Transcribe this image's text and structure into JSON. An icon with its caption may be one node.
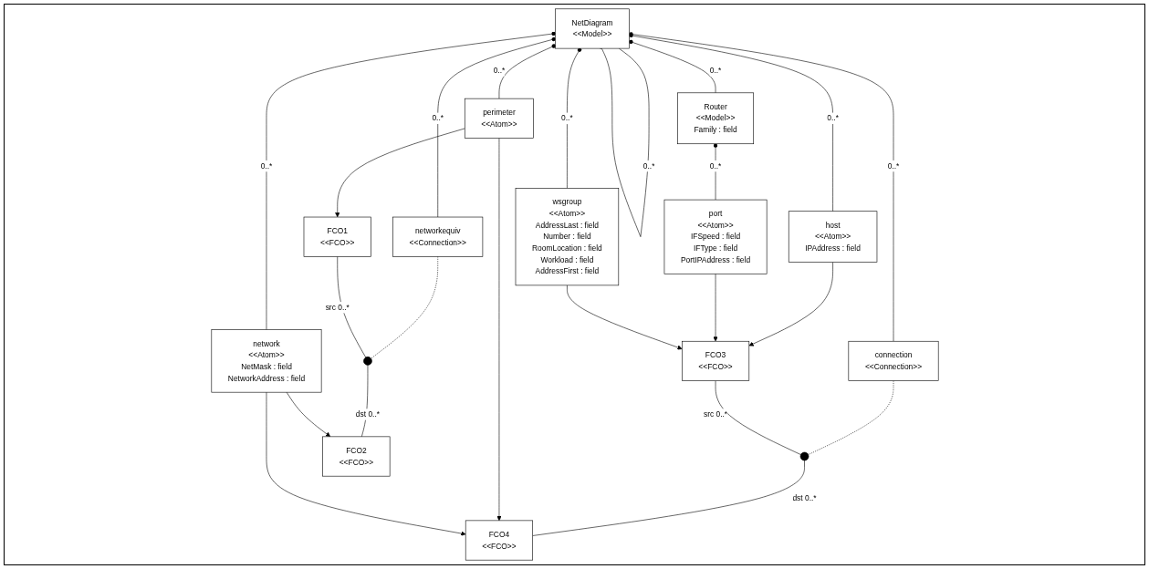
{
  "diagram": {
    "nodes": [
      {
        "text": [
          "NetDiagram",
          "<<Model>>"
        ]
      },
      {
        "text": [
          "connection",
          "<<Connection>>"
        ]
      },
      {
        "text": [
          "Router",
          "<<Model>>",
          "Family : field"
        ]
      },
      {
        "text": [
          "host",
          "<<Atom>>",
          "IPAddress : field"
        ]
      },
      {
        "text": [
          "perimeter",
          "<<Atom>>"
        ]
      },
      {
        "text": [
          "port",
          "<<Atom>>",
          "IFSpeed : field",
          "IFType : field",
          "PortIPAddress : field"
        ]
      },
      {
        "text": [],
        "shape": "circle"
      },
      {
        "text": [
          "FCO3",
          "<<FCO>>"
        ]
      },
      {
        "text": [
          "FCO1",
          "<<FCO>>"
        ]
      },
      {
        "text": [
          "FCO2",
          "<<FCO>>"
        ]
      },
      {
        "text": [
          "FCO4",
          "<<FCO>>"
        ]
      },
      {
        "text": [
          "networkequiv",
          "<<Connection>>"
        ]
      },
      {
        "text": [
          "network",
          "<<Atom>>",
          "NetMask : field",
          "NetworkAddress : field"
        ]
      },
      {
        "text": [
          "wsgroup",
          "<<Atom>>",
          "AddressLast : field",
          "Number : field",
          "RoomLocation : field",
          "Workload : field",
          "AddressFirst : field"
        ]
      },
      {
        "text": [],
        "shape": "circle"
      }
    ],
    "edges": [
      {
        "from": 0,
        "to": 13,
        "arrow": "other",
        "label": "0..*"
      },
      {
        "from": 0,
        "to": 3,
        "arrow": "other",
        "label": "0..*"
      },
      {
        "from": 0,
        "to": 11,
        "arrow": "other",
        "label": "0..*"
      },
      {
        "from": 0,
        "to": 4,
        "arrow": "other",
        "label": "0..*"
      },
      {
        "from": 0,
        "to": 2,
        "arrow": "other",
        "label": "0..*"
      },
      {
        "from": 0,
        "to": 1,
        "arrow": "other",
        "label": "0..*"
      },
      {
        "from": 0,
        "to": 12,
        "arrow": "other",
        "label": "0..*"
      },
      {
        "from": 0,
        "to": 0,
        "arrow": "other",
        "label": "0..*"
      },
      {
        "from": 2,
        "to": 5,
        "arrow": "other",
        "label": "0..*"
      },
      {
        "from": 1,
        "to": 6,
        "arrow": "none",
        "style": "dashed"
      },
      {
        "from": 7,
        "to": 6,
        "arrow": "none",
        "label": "src 0..*"
      },
      {
        "from": 6,
        "to": 10,
        "arrow": "none",
        "label": "dst 0..*"
      },
      {
        "from": 11,
        "to": 14,
        "arrow": "none",
        "style": "dashed"
      },
      {
        "from": 8,
        "to": 14,
        "arrow": "none",
        "label": "src 0..*"
      },
      {
        "from": 14,
        "to": 9,
        "arrow": "none",
        "label": "dst 0..*"
      },
      {
        "from": 3,
        "to": 7,
        "arrow": "to"
      },
      {
        "from": 5,
        "to": 7,
        "arrow": "to"
      },
      {
        "from": 13,
        "to": 7,
        "arrow": "to"
      },
      {
        "from": 4,
        "to": 8,
        "arrow": "to"
      },
      {
        "from": 4,
        "to": 10,
        "arrow": "to"
      },
      {
        "from": 12,
        "to": 10,
        "arrow": "to"
      },
      {
        "from": 12,
        "to": 9,
        "arrow": "to"
      }
    ]
  }
}
